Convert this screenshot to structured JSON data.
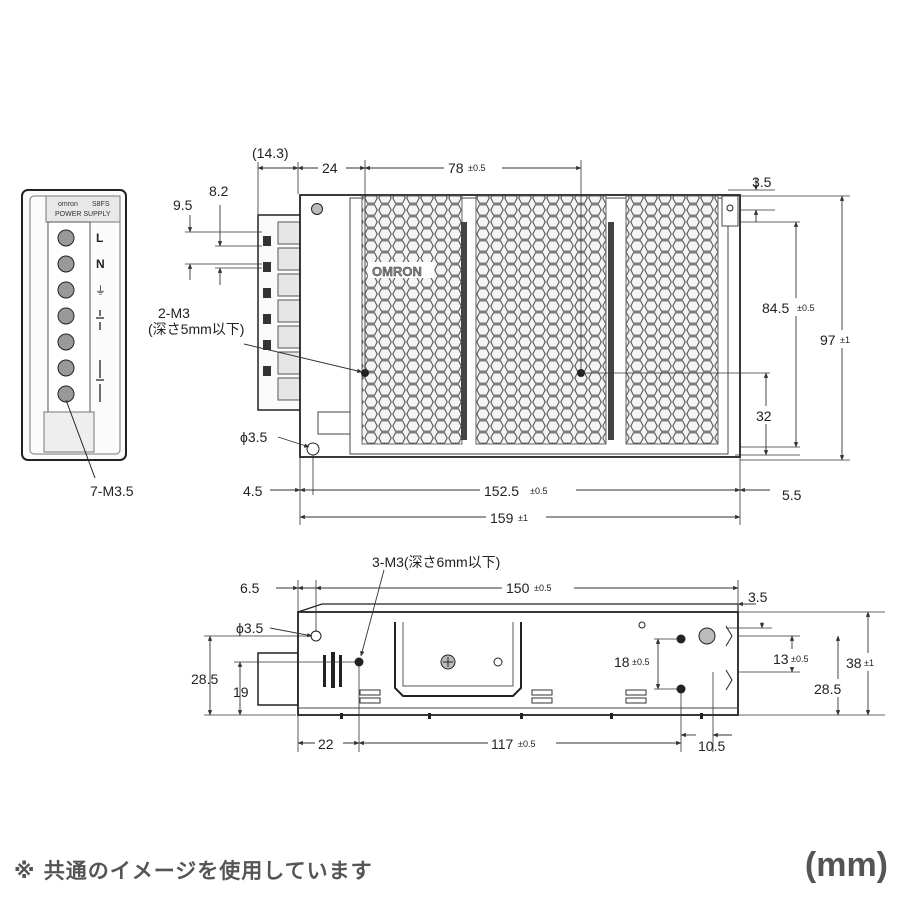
{
  "front_view": {
    "brand": "omron",
    "model": "S8FS",
    "label": "POWER SUPPLY",
    "terminal_labels": [
      "L",
      "N",
      "⏚"
    ],
    "screw_label": "7-M3.5"
  },
  "top_view": {
    "brand": "OMRON",
    "dims": {
      "d14_3": "(14.3)",
      "d24": "24",
      "d78": "78",
      "d78_tol": "±0.5",
      "d3_5": "3.5",
      "d9_5": "9.5",
      "d8_2": "8.2",
      "m3_label": "2-M3",
      "m3_depth": "(深さ5mm以下)",
      "phi": "ϕ3.5",
      "d84_5": "84.5",
      "d84_5_tol": "±0.5",
      "d97": "97",
      "d97_tol": "±1",
      "d32": "32",
      "d4_5": "4.5",
      "d152_5": "152.5",
      "d152_5_tol": "±0.5",
      "d5_5": "5.5",
      "d159": "159",
      "d159_tol": "±1"
    }
  },
  "side_view": {
    "dims": {
      "m3_label": "3-M3(深さ6mm以下)",
      "d6_5": "6.5",
      "d150": "150",
      "d150_tol": "±0.5",
      "d3_5": "3.5",
      "phi": "ϕ3.5",
      "d18": "18",
      "d18_tol": "±0.5",
      "d13": "13",
      "d13_tol": "±0.5",
      "d38": "38",
      "d38_tol": "±1",
      "d28_5_left": "28.5",
      "d19": "19",
      "d28_5_right": "28.5",
      "d22": "22",
      "d117": "117",
      "d117_tol": "±0.5",
      "d10_5": "10.5"
    }
  },
  "footer": {
    "note": "※ 共通のイメージを使用しています",
    "unit": "(mm)"
  }
}
